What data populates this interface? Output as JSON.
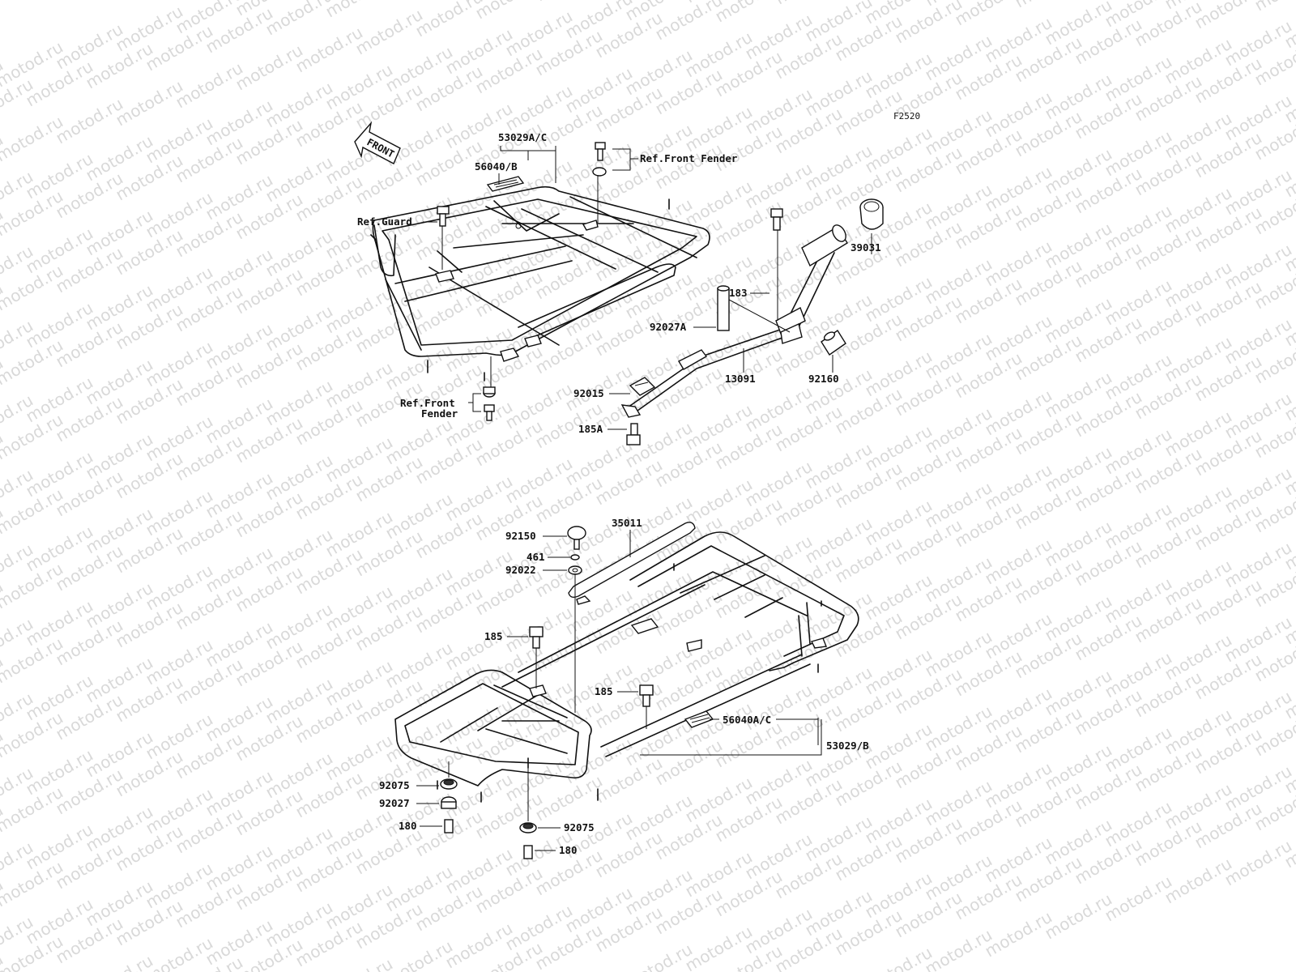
{
  "figure_code": "F2520",
  "front_arrow_text": "FRONT",
  "watermark_text": "motod.ru",
  "front_rack": {
    "rack_part": "53029A/C",
    "label_part": "56040/B",
    "ref_front_fender_top": "Ref.Front Fender",
    "ref_guard": "Ref.Guard",
    "ref_front_fender_bottom_line1": "Ref.Front",
    "ref_front_fender_bottom_line2": "Fender"
  },
  "stand_parts": {
    "p39031": "39031",
    "p183": "183",
    "p92027a": "92027A",
    "p13091": "13091",
    "p92160": "92160",
    "p92015": "92015",
    "p185a": "185A"
  },
  "rear_rack": {
    "p92150": "92150",
    "p35011": "35011",
    "p461": "461",
    "p92022": "92022",
    "p185_upper": "185",
    "p185_lower": "185",
    "p56040ac": "56040A/C",
    "p53029b": "53029/B",
    "p92075_left": "92075",
    "p92027": "92027",
    "p180_left": "180",
    "p92075_right": "92075",
    "p180_right": "180"
  }
}
